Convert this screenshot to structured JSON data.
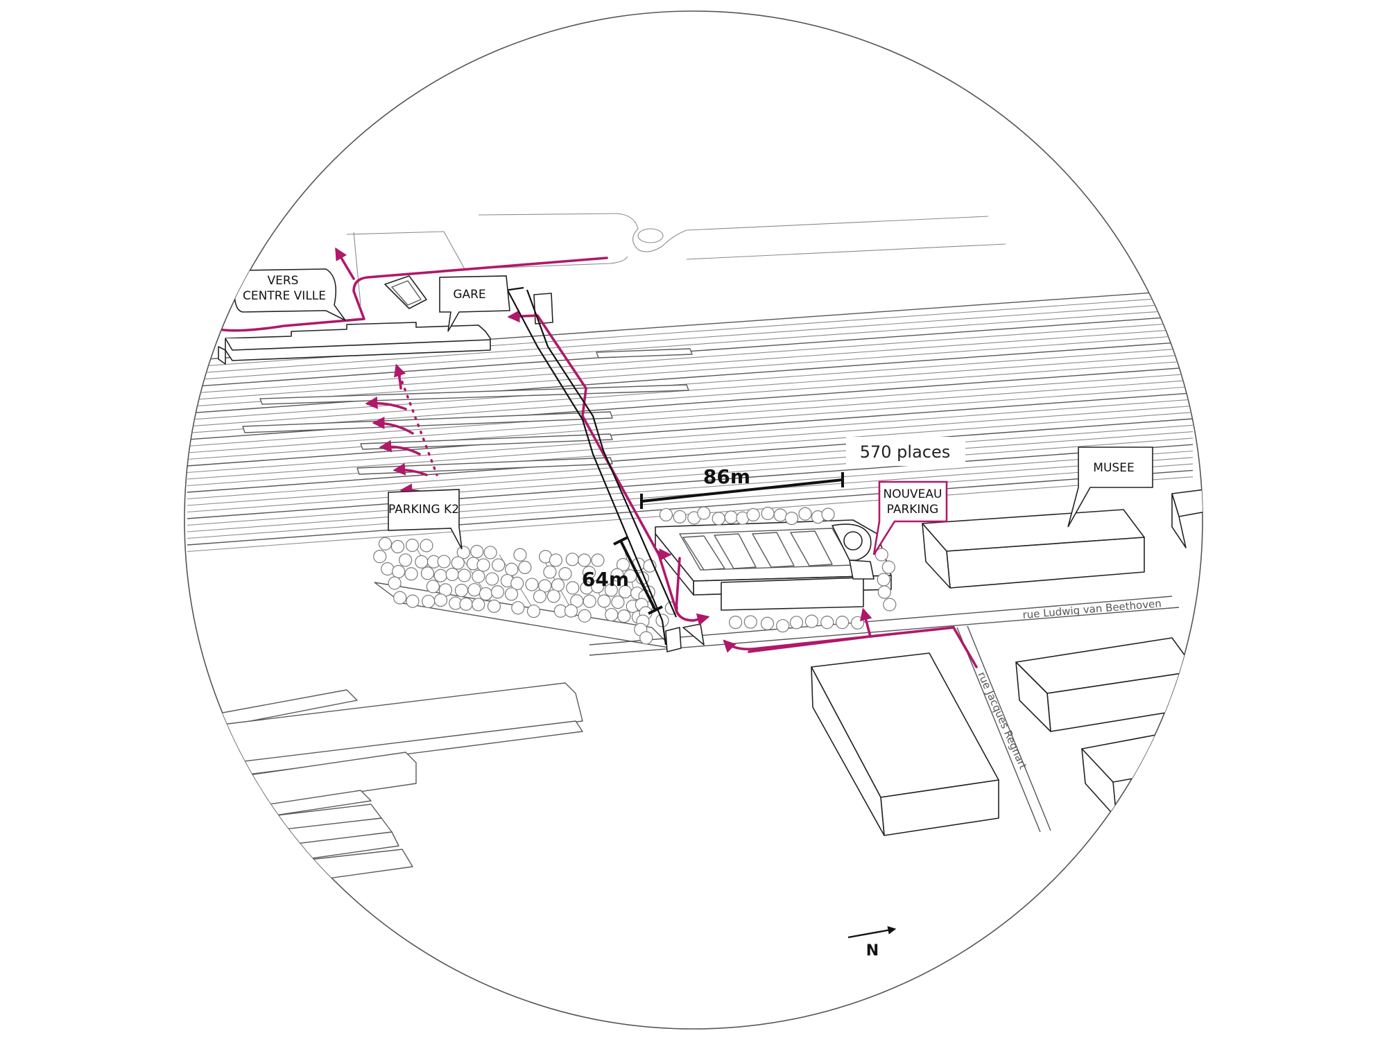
{
  "labels": {
    "vers_centre_ville_1": "VERS",
    "vers_centre_ville_2": "CENTRE VILLE",
    "gare": "GARE",
    "parking_k2": "PARKING K2",
    "nouveau_parking_1": "NOUVEAU",
    "nouveau_parking_2": "PARKING",
    "musee": "MUSEE",
    "places": "570 places",
    "dim_length": "86m",
    "dim_width": "64m",
    "road_beethoven": "rue Ludwig van Beethoven",
    "road_regnart": "rue Jacques Regnart",
    "north": "N"
  },
  "colors": {
    "route": "#b0186a",
    "outline": "#222222",
    "background": "#ffffff"
  }
}
